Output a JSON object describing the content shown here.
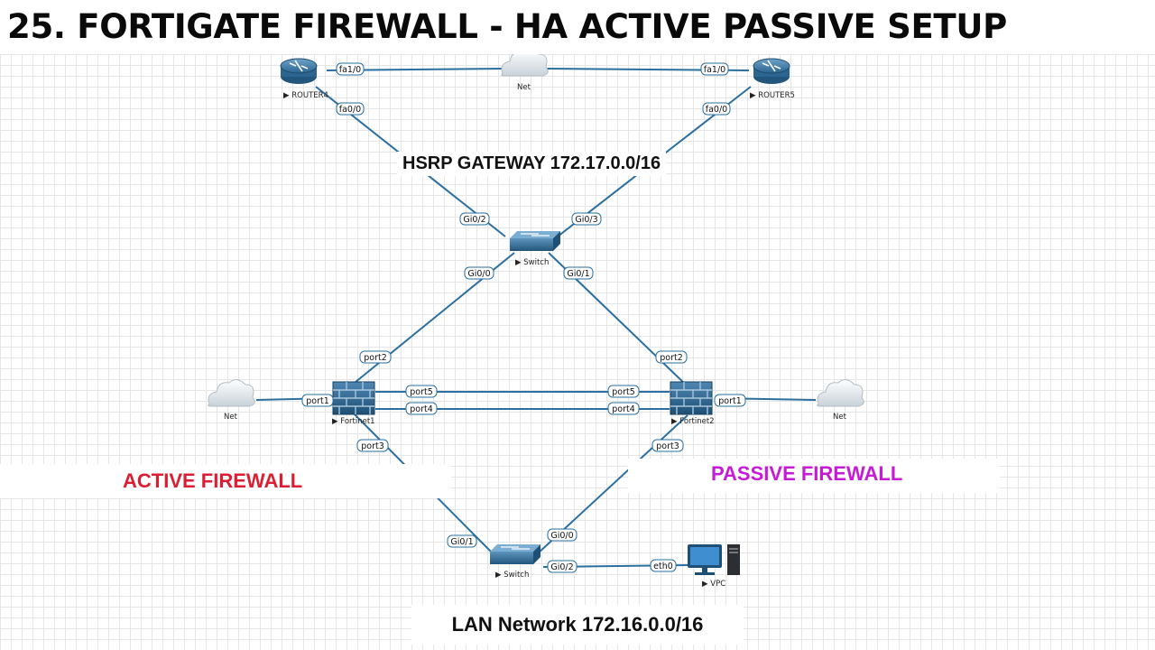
{
  "title": "25. FORTIGATE FIREWALL - HA ACTIVE PASSIVE SETUP",
  "captions": {
    "hsrp": "HSRP GATEWAY 172.17.0.0/16",
    "active": "ACTIVE FIREWALL",
    "passive": "PASSIVE FIREWALL",
    "lan": "LAN Network 172.16.0.0/16"
  },
  "nodes": {
    "router4": {
      "label": "ROUTER4",
      "icon": "router-icon"
    },
    "router5": {
      "label": "ROUTER5",
      "icon": "router-icon"
    },
    "cloud_top": {
      "label": "Net",
      "icon": "cloud-icon"
    },
    "switch_core": {
      "label": "Switch",
      "icon": "switch-icon"
    },
    "fortinet1": {
      "label": "Fortinet1",
      "icon": "firewall-icon"
    },
    "fortinet2": {
      "label": "Fortinet2",
      "icon": "firewall-icon"
    },
    "cloud_left": {
      "label": "Net",
      "icon": "cloud-icon"
    },
    "cloud_right": {
      "label": "Net",
      "icon": "cloud-icon"
    },
    "switch_lan": {
      "label": "Switch",
      "icon": "switch-icon"
    },
    "vpc": {
      "label": "VPC",
      "icon": "computer-icon"
    }
  },
  "ports": {
    "r4_fa10": "fa1/0",
    "r5_fa10": "fa1/0",
    "r4_fa00": "fa0/0",
    "r5_fa00": "fa0/0",
    "sw_gi02": "Gi0/2",
    "sw_gi03": "Gi0/3",
    "sw_gi00": "Gi0/0",
    "sw_gi01": "Gi0/1",
    "f1_port2": "port2",
    "f2_port2": "port2",
    "f1_port1": "port1",
    "f2_port1": "port1",
    "f1_port5": "port5",
    "f2_port5": "port5",
    "f1_port4": "port4",
    "f2_port4": "port4",
    "f1_port3": "port3",
    "f2_port3": "port3",
    "lsw_gi01": "Gi0/1",
    "lsw_gi00": "Gi0/0",
    "lsw_gi02": "Gi0/2",
    "vpc_eth0": "eth0"
  },
  "colors": {
    "link": "#2a6fa0",
    "device": "#2d6a96",
    "active": "#dc1e32",
    "passive": "#c71ad6"
  }
}
